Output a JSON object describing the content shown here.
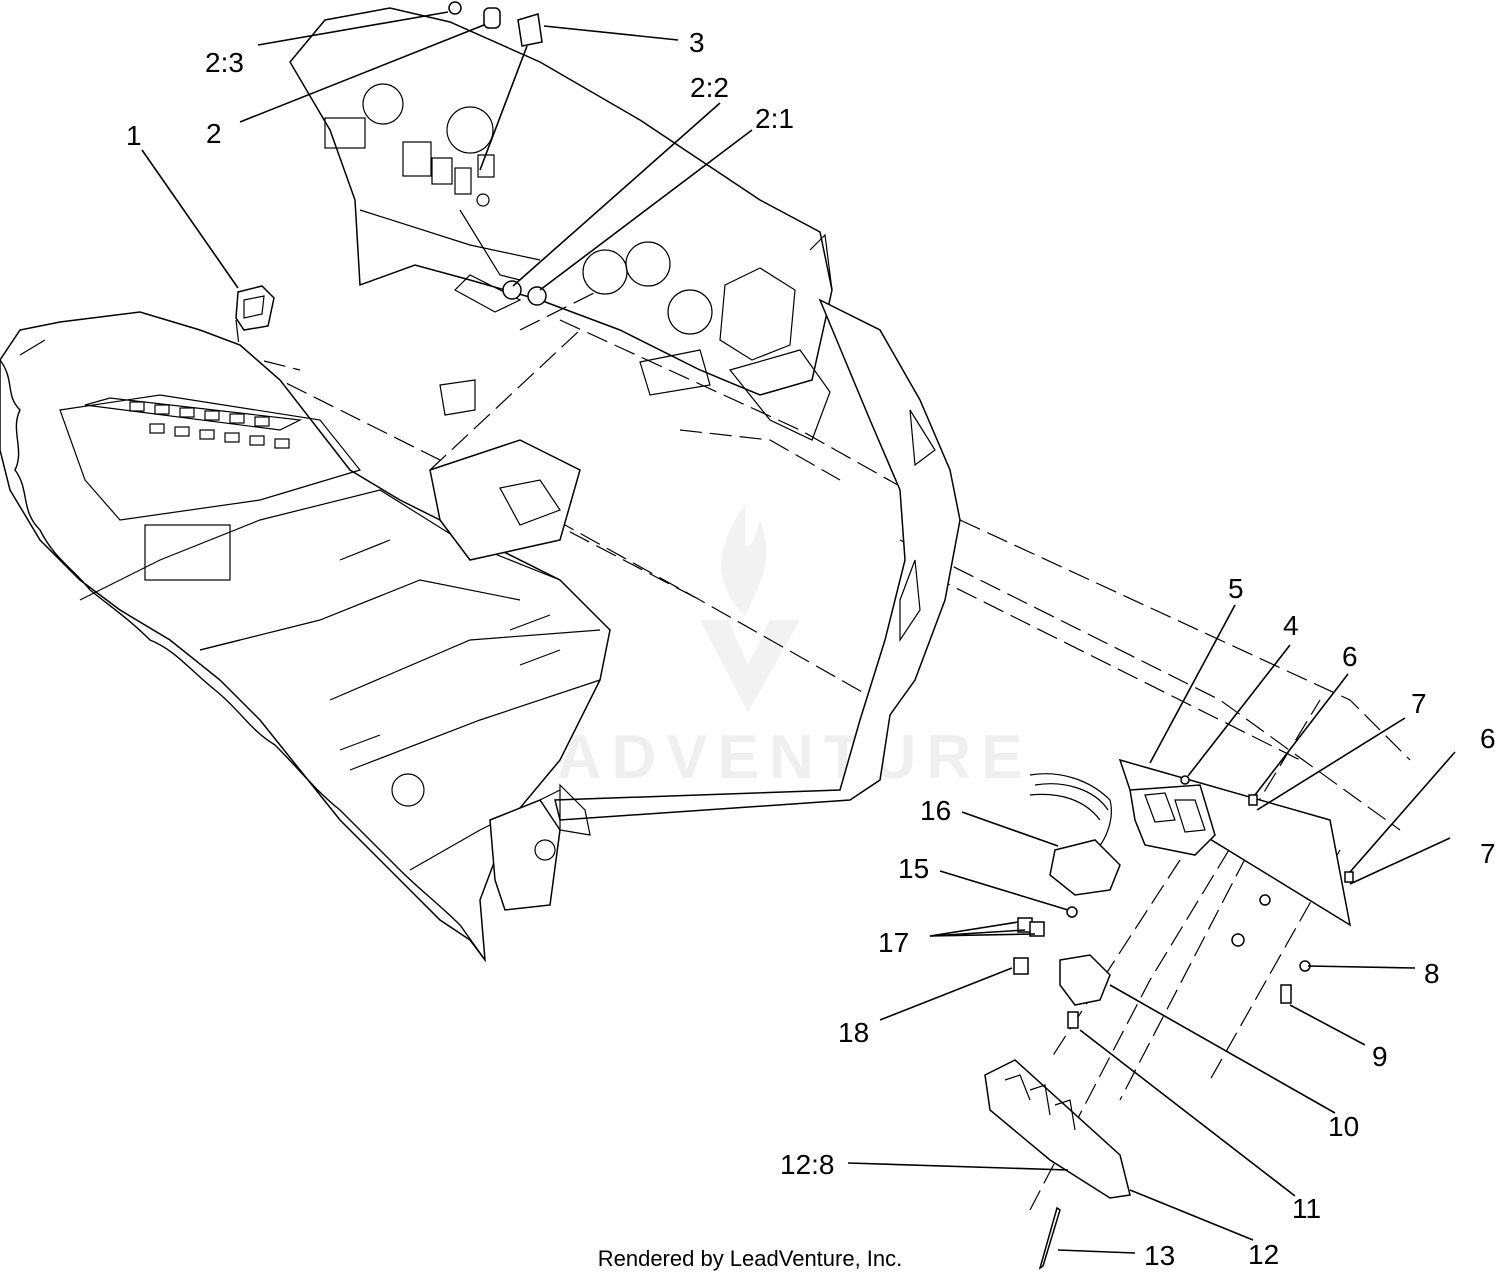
{
  "watermark": {
    "text": "LEADVENTURE"
  },
  "footer": {
    "credit": "Rendered by LeadVenture, Inc."
  },
  "callouts": [
    {
      "id": "2-3",
      "label": "2:3"
    },
    {
      "id": "2",
      "label": "2"
    },
    {
      "id": "3",
      "label": "3"
    },
    {
      "id": "2-2",
      "label": "2:2"
    },
    {
      "id": "2-1",
      "label": "2:1"
    },
    {
      "id": "1",
      "label": "1"
    },
    {
      "id": "5",
      "label": "5"
    },
    {
      "id": "4",
      "label": "4"
    },
    {
      "id": "6a",
      "label": "6"
    },
    {
      "id": "7a",
      "label": "7"
    },
    {
      "id": "6b",
      "label": "6"
    },
    {
      "id": "7b",
      "label": "7"
    },
    {
      "id": "16",
      "label": "16"
    },
    {
      "id": "15",
      "label": "15"
    },
    {
      "id": "17",
      "label": "17"
    },
    {
      "id": "8",
      "label": "8"
    },
    {
      "id": "18",
      "label": "18"
    },
    {
      "id": "9",
      "label": "9"
    },
    {
      "id": "10",
      "label": "10"
    },
    {
      "id": "12-8",
      "label": "12:8"
    },
    {
      "id": "11",
      "label": "11"
    },
    {
      "id": "12",
      "label": "12"
    },
    {
      "id": "13",
      "label": "13"
    }
  ]
}
